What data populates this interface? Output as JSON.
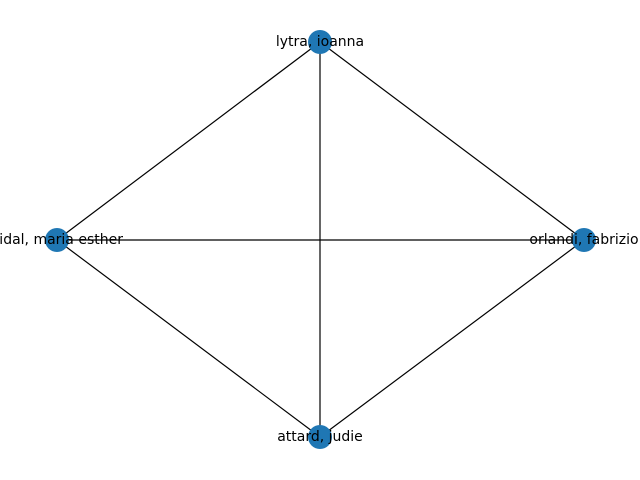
{
  "graph": {
    "node_color": "#1f77b4",
    "edge_color": "#000000",
    "nodes": [
      {
        "id": "n_top",
        "label": "lytra, ioanna"
      },
      {
        "id": "n_left",
        "label": "vidal, maria esther"
      },
      {
        "id": "n_right",
        "label": "orlandi, fabrizio"
      },
      {
        "id": "n_bottom",
        "label": "attard, judie"
      }
    ],
    "edges": [
      {
        "source": "n_top",
        "target": "n_left"
      },
      {
        "source": "n_top",
        "target": "n_right"
      },
      {
        "source": "n_top",
        "target": "n_bottom"
      },
      {
        "source": "n_left",
        "target": "n_right"
      },
      {
        "source": "n_left",
        "target": "n_bottom"
      },
      {
        "source": "n_right",
        "target": "n_bottom"
      }
    ]
  }
}
